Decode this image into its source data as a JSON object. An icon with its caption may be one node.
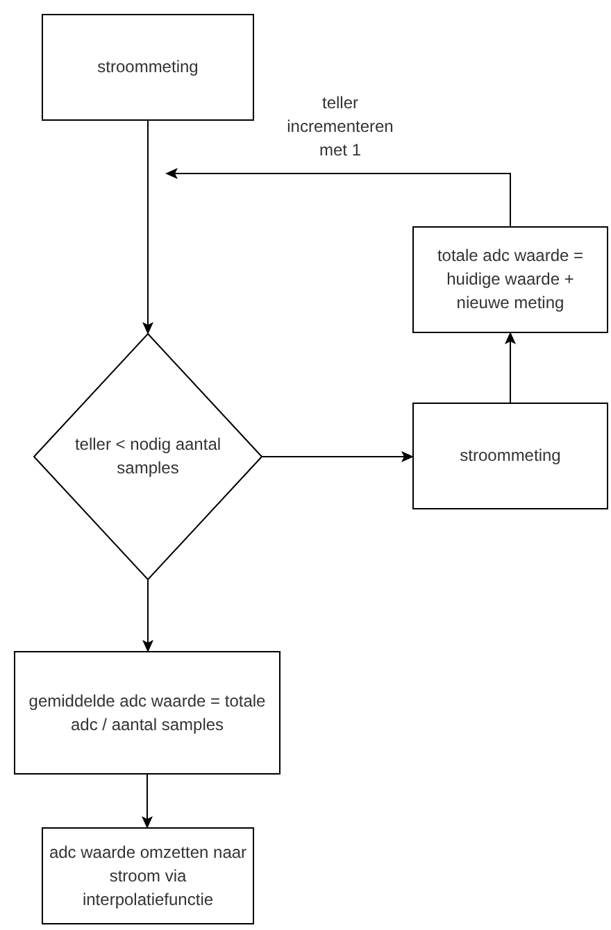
{
  "diagram": {
    "nodes": [
      {
        "text": [
          "stroommeting"
        ]
      },
      {
        "text": [
          "teller < nodig aantal samples"
        ]
      },
      {
        "text": [
          "stroommeting"
        ]
      },
      {
        "text": [
          "totale adc waarde = huidige waarde + nieuwe meting"
        ]
      },
      {
        "text": [
          "gemiddelde adc waarde = totale adc / aantal samples"
        ]
      },
      {
        "text": [
          "adc waarde omzetten naar stroom via interpolatiefunctie"
        ]
      }
    ],
    "edges": [
      {
        "from": 0,
        "to": 1,
        "arrow": "to"
      },
      {
        "from": 1,
        "to": 2,
        "arrow": "to"
      },
      {
        "from": 2,
        "to": 3,
        "arrow": "to"
      },
      {
        "from": 3,
        "to": null,
        "arrow": "to",
        "label": "teller incrementeren met 1"
      },
      {
        "from": 1,
        "to": 4,
        "arrow": "to"
      },
      {
        "from": 4,
        "to": 5,
        "arrow": "to"
      }
    ]
  }
}
